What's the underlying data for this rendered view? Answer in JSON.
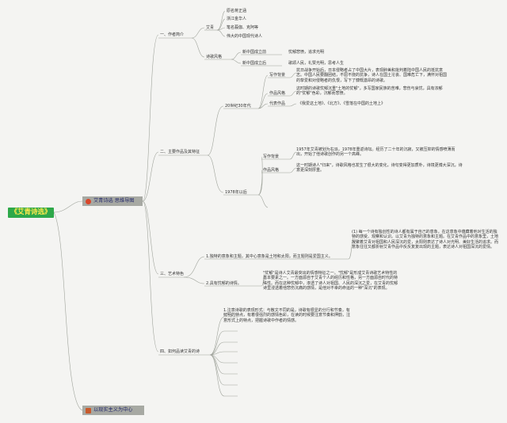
{
  "root": {
    "title": "《艾青诗选》"
  },
  "hub_top": {
    "label": "艾青诗选 思维导图"
  },
  "hub_bottom": {
    "label": "以现实主义为中心"
  },
  "s1": {
    "label": "一、作者简介",
    "author": {
      "label": "艾青",
      "items": [
        "原名蒋正涵",
        "浙江金华人",
        "笔名莪伽、克阿等",
        "伟大的中国现代诗人"
      ]
    },
    "style": {
      "label": "诗歌风格",
      "items": [
        {
          "label": "新中国成立前",
          "text": "忧郁悲愤，追求光明"
        },
        {
          "label": "新中国成立后",
          "text": "歌颂人民，礼赞光明，思考人生"
        }
      ]
    }
  },
  "s2": {
    "label": "二、主要作品及其特征",
    "p1": {
      "label": "20世纪30年代",
      "items": [
        {
          "label": "写作背景",
          "text": "抗日战争开始后，日本侵略者占了中国大片，表现醉美和批判着陆中国人民的抵抗意志。中国人民要翻团结，不屈不挠的抗争，诗人在国土沦丧、国难危亡下，满怀对祖国的挚爱和对侵略者的仇恨，写下了慷慨激昂的诗歌。"
        },
        {
          "label": "作品风格",
          "text": "这时期的诗歌忧郁沉重\"土地的忧郁\"，多写国家民族的苦难，悲伤与哀忧，具有浓郁的\"忧郁\"色彩，沉郁而悲愤。"
        },
        {
          "label": "代表作品",
          "text": "《我爱这土地》、《北方》、《雪落在中国的土地上》"
        }
      ]
    },
    "p2": {
      "label": "1978年以后",
      "items": [
        {
          "label": "写作背景",
          "text": "1957年艾青被划为右派，1978年重返诗坛。经历了二十年的沉寂，又被压抑的情感喷薄而出，开始了他诗歌创作的另一个高峰。"
        },
        {
          "label": "作品风格",
          "text": "这一时期诗人\"归来\"，诗歌风格也发生了很大的变化，诗句变得更加质朴，诗境更博大深沉，诗意更深刻厚重。"
        }
      ]
    }
  },
  "s3": {
    "label": "三、艺术特色",
    "items": [
      {
        "label": "1.独特的意象和主题，其中心意象是土地和太阳，而主题则是爱国主义。",
        "text": "(1) 每一个诗有独创性的诗人都有属于自己的意象，在这意象中蕴藏着他对生活的独特的感受、观察和认识。以艾青为独特的意象和主题。在艾青作品中的意象里，土地凝聚着艾青对祖国和人民深沉的爱，太阳则表达了诗人对光明、美好生活的追求。而意象往往又都折射艾青作品中反反复复出现的主题，表达诗人对祖国深沉的爱情。"
      },
      {
        "label": "2.具有忧郁的诗情。",
        "text": "\"忧郁\"是诗人艾青最突出的情感特征之一。\"忧郁\"是形成艾青诗歌艺术特性的基本要素之一。一方面源自于艾青个人的经历和性格，另一方面源自时代的特殊性。而在这种忧郁中，渗透了诗人对祖国、人民的深沉之爱，在艾青的忧郁诗里浸透着他悲伤沉痛的感情，是他对不幸的命运的一种\"深沉\"的表现。"
      }
    ]
  },
  "s4": {
    "label": "四、如何品读艾青的诗",
    "items": [
      {
        "text": "1.注意诗歌的表现形式：与散文不同的是，诗歌有很显的分行和节奏，有鲜明的特点，有着很强烈的感情色彩，在读的时候要注意节奏和押韵，注意形式上的特点，把握诗歌中作者的情感。"
      }
    ]
  },
  "colors": {
    "line": "#a0a49c",
    "root_bg": "#2ea84a",
    "root_text": "#ffe94d",
    "hub_bg": "#a7a9a3",
    "hub_text": "#23286b",
    "dot": "#d9462a"
  }
}
